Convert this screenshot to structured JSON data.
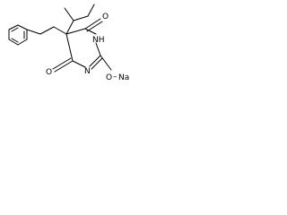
{
  "molecule": {
    "atoms": {
      "carbonyl_oxygen_top": "O",
      "carbonyl_oxygen_bottom": "O",
      "ring_nitrogen_upper": "NH",
      "ring_nitrogen_lower": "N",
      "ether_oxygen": "O",
      "sodium": "Na"
    },
    "bond_connector": "–"
  }
}
